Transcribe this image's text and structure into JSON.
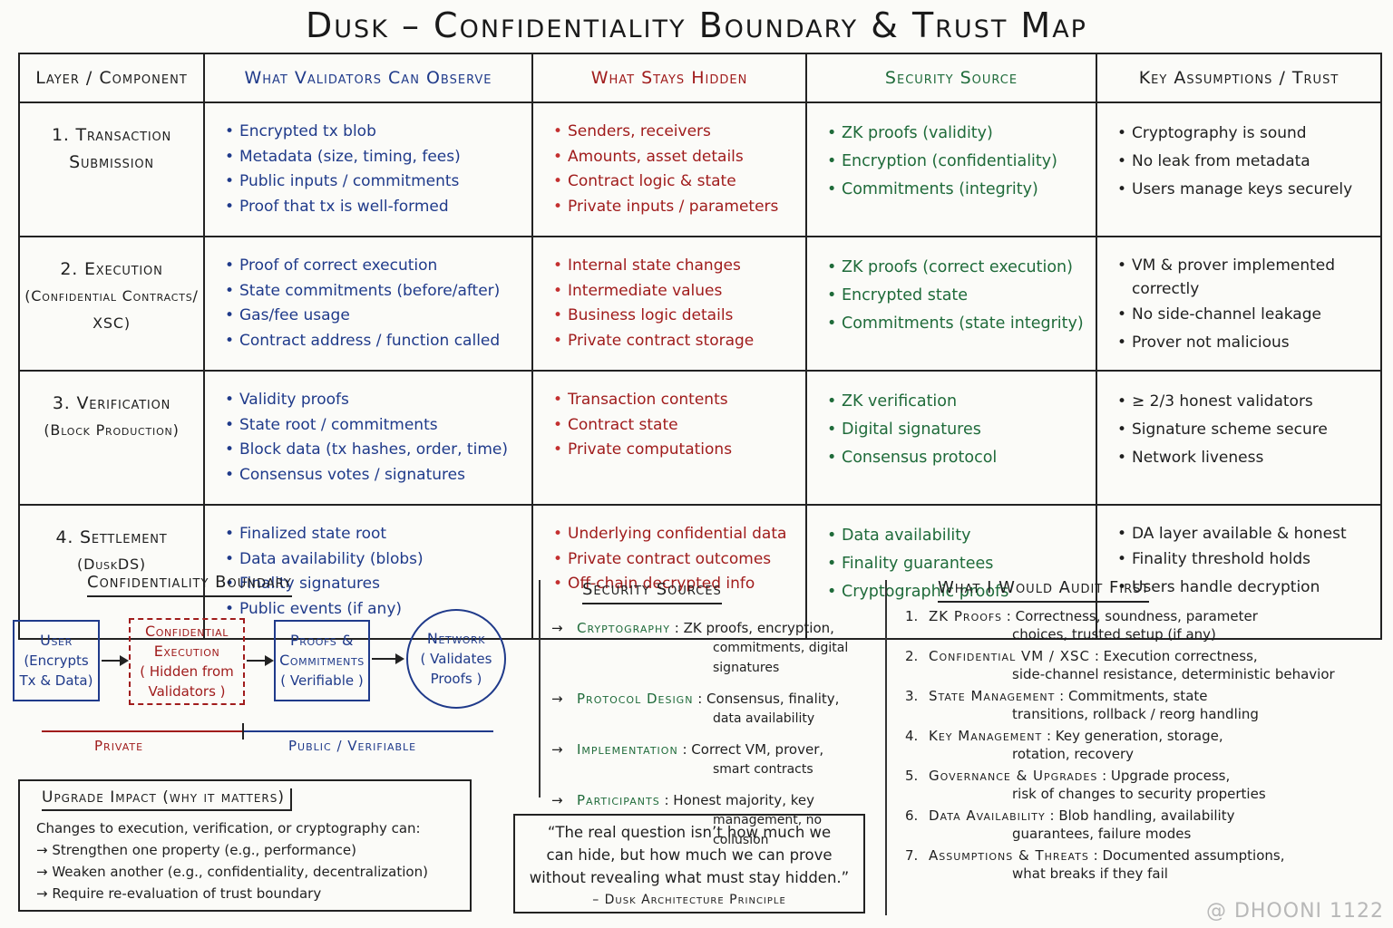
{
  "title": "Dusk – Confidentiality Boundary & Trust Map",
  "table": {
    "headers": {
      "layer": "Layer / Component",
      "observe": "What Validators Can Observe",
      "hidden": "What Stays Hidden",
      "security": "Security Source",
      "key": "Key Assumptions / Trust"
    },
    "rows": [
      {
        "layer": "1. Transaction",
        "layer2": "Submission",
        "layer_sub": "",
        "observe": [
          "Encrypted tx blob",
          "Metadata (size, timing, fees)",
          "Public inputs / commitments",
          "Proof that tx is well-formed"
        ],
        "hidden": [
          "Senders, receivers",
          "Amounts, asset details",
          "Contract logic & state",
          "Private inputs / parameters"
        ],
        "security": [
          "ZK proofs (validity)",
          "Encryption (confidentiality)",
          "Commitments (integrity)"
        ],
        "key": [
          "Cryptography is sound",
          "No leak from metadata",
          "Users manage keys securely"
        ]
      },
      {
        "layer": "2. Execution",
        "layer2": "",
        "layer_sub": "(Confidential Contracts/ XSC)",
        "observe": [
          "Proof of correct execution",
          "State commitments (before/after)",
          "Gas/fee usage",
          "Contract address / function called"
        ],
        "hidden": [
          "Internal state changes",
          "Intermediate values",
          "Business logic details",
          "Private contract storage"
        ],
        "security": [
          "ZK proofs (correct execution)",
          "Encrypted state",
          "Commitments (state integrity)"
        ],
        "key": [
          "VM & prover implemented correctly",
          "No side-channel leakage",
          "Prover not malicious"
        ]
      },
      {
        "layer": "3. Verification",
        "layer2": "",
        "layer_sub": "(Block Production)",
        "observe": [
          "Validity proofs",
          "State root / commitments",
          "Block data (tx hashes, order, time)",
          "Consensus votes / signatures"
        ],
        "hidden": [
          "Transaction contents",
          "Contract state",
          "Private computations"
        ],
        "security": [
          "ZK verification",
          "Digital signatures",
          "Consensus protocol"
        ],
        "key": [
          "≥ 2/3 honest validators",
          "Signature scheme secure",
          "Network liveness"
        ]
      },
      {
        "layer": "4. Settlement",
        "layer2": "",
        "layer_sub": "(DuskDS)",
        "observe": [
          "Finalized state root",
          "Data availability (blobs)",
          "Finality signatures",
          "Public events (if any)"
        ],
        "hidden": [
          "Underlying confidential data",
          "Private contract outcomes",
          "Off-chain decrypted info"
        ],
        "security": [
          "Data availability",
          "Finality guarantees",
          "Cryptographic proofs"
        ],
        "key": [
          "DA layer available & honest",
          "Finality threshold holds",
          "Users handle decryption"
        ]
      }
    ]
  },
  "boundary": {
    "title": "Confidentiality Boundary",
    "user": {
      "title": "User",
      "sub": "(Encrypts Tx & Data)"
    },
    "exec": {
      "title": "Confidential Execution",
      "sub": "( Hidden from Validators )"
    },
    "proofs": {
      "title": "Proofs & Commitments",
      "sub": "( Verifiable )"
    },
    "network": {
      "title": "Network",
      "sub": "( Validates Proofs )"
    },
    "private_label": "Private",
    "public_label": "Public / Verifiable",
    "private_color": "#a01c1c",
    "public_color": "#1f3a8a"
  },
  "upgrade": {
    "title": "Upgrade Impact (why it matters)",
    "intro": "Changes to execution, verification, or cryptography can:",
    "items": [
      "→ Strengthen one property (e.g., performance)",
      "→ Weaken another (e.g., confidentiality, decentralization)",
      "→ Require re-evaluation of trust boundary"
    ]
  },
  "sources": {
    "title": "Security Sources",
    "items": [
      {
        "label": "Cryptography",
        "text": ": ZK proofs, encryption,",
        "text2": "commitments, digital signatures"
      },
      {
        "label": "Protocol Design",
        "text": ": Consensus, finality,",
        "text2": "data availability"
      },
      {
        "label": "Implementation",
        "text": ": Correct VM, prover,",
        "text2": "smart contracts"
      },
      {
        "label": "Participants",
        "text": ": Honest majority, key",
        "text2": "management, no collusion"
      }
    ]
  },
  "quote": {
    "line1": "“The real question isn’t how much we",
    "line2": "can hide, but how much we can prove",
    "line3": "without revealing what must stay hidden.”",
    "attribution": "– Dusk Architecture Principle"
  },
  "audit": {
    "title": "What I Would Audit First",
    "items": [
      {
        "n": "1.",
        "key": "ZK Proofs",
        "d1": ": Correctness, soundness, parameter",
        "d2": "choices, trusted setup (if any)"
      },
      {
        "n": "2.",
        "key": "Confidential VM / XSC",
        "d1": ": Execution correctness,",
        "d2": "side-channel resistance, deterministic behavior"
      },
      {
        "n": "3.",
        "key": "State Management",
        "d1": ": Commitments, state",
        "d2": "transitions, rollback / reorg handling"
      },
      {
        "n": "4.",
        "key": "Key Management",
        "d1": ": Key generation, storage,",
        "d2": "rotation, recovery"
      },
      {
        "n": "5.",
        "key": "Governance & Upgrades",
        "d1": ": Upgrade process,",
        "d2": "risk of changes to security properties"
      },
      {
        "n": "6.",
        "key": "Data Availability",
        "d1": ": Blob handling, availability",
        "d2": "guarantees, failure modes"
      },
      {
        "n": "7.",
        "key": "Assumptions & Threats",
        "d1": ": Documented assumptions,",
        "d2": "what breaks if they fail"
      }
    ]
  },
  "watermark": "@ DHOONI 1122"
}
